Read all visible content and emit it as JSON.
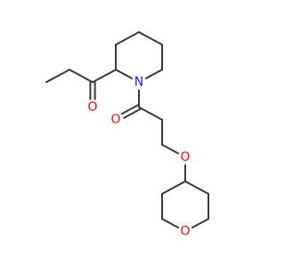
{
  "molecule": {
    "atoms": [
      {
        "id": "n1",
        "symbol": "N",
        "color": "#1a1aff",
        "shown": true
      },
      {
        "id": "o1",
        "symbol": "O",
        "color": "#ff0d0d",
        "shown": true
      },
      {
        "id": "o2",
        "symbol": "O",
        "color": "#ff0d0d",
        "shown": true
      },
      {
        "id": "o3",
        "symbol": "O",
        "color": "#ff0d0d",
        "shown": true
      },
      {
        "id": "o4",
        "symbol": "O",
        "color": "#ff0d0d",
        "shown": true
      }
    ],
    "bond_color": "#383838"
  }
}
